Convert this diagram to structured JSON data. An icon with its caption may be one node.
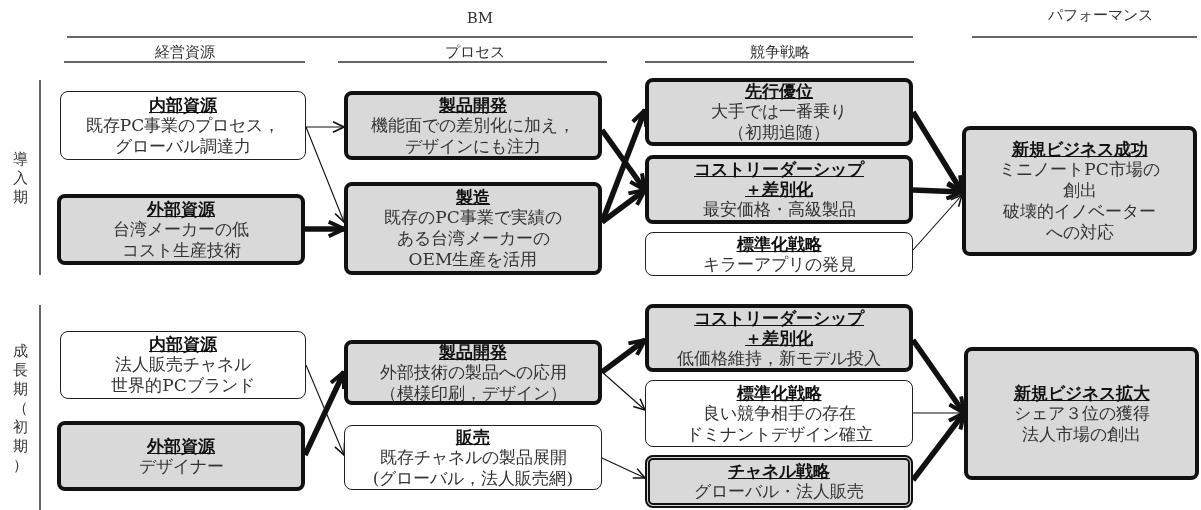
{
  "diagram": {
    "nodes": [
      {
        "text": [
          "内部資源",
          "既存PC事業のプロセス，グローバル調達力"
        ]
      },
      {
        "text": [
          "外部資源",
          "台湾メーカーの低コスト生産技術"
        ]
      },
      {
        "text": [
          "製品開発",
          "機能面での差別化に加え，デザインにも注力"
        ]
      },
      {
        "text": [
          "製造",
          "既存のPC事業で実績のある台湾メーカーのOEM生産を活用"
        ]
      },
      {
        "text": [
          "先行優位",
          "大手では一番乗り",
          "（初期追随）"
        ]
      },
      {
        "text": [
          "コストリーダーシップ＋差別化",
          "最安価格・高級製品"
        ]
      },
      {
        "text": [
          "標準化戦略",
          "キラーアプリの発見"
        ]
      },
      {
        "text": [
          "新規ビジネス成功",
          "ミニノートPC市場の創出",
          "破壊的イノベーターへの対応"
        ]
      },
      {
        "text": [
          "内部資源",
          "法人販売チャネル",
          "世界的PCブランド"
        ]
      },
      {
        "text": [
          "外部資源",
          "デザイナー"
        ]
      },
      {
        "text": [
          "製品開発",
          "外部技術の製品への応用",
          "（模様印刷，デザイン）"
        ]
      },
      {
        "text": [
          "販売",
          "既存チャネルの製品展開",
          "(グローバル，法人販売網)"
        ]
      },
      {
        "text": [
          "コストリーダーシップ＋差別化",
          "低価格維持，新モデル投入"
        ]
      },
      {
        "text": [
          "標準化戦略",
          "良い競争相手の存在",
          "ドミナントデザイン確立"
        ]
      },
      {
        "text": [
          "チャネル戦略",
          "グローバル・法人販売"
        ]
      },
      {
        "text": [
          "新規ビジネス拡大",
          "シェア３位の獲得",
          "法人市場の創出"
        ]
      }
    ],
    "edges": [
      {
        "from": 0,
        "to": 2,
        "arrow": "to"
      },
      {
        "from": 0,
        "to": 3,
        "arrow": "to"
      },
      {
        "from": 1,
        "to": 3,
        "arrow": "to"
      },
      {
        "from": 2,
        "to": 5,
        "arrow": "to"
      },
      {
        "from": 3,
        "to": 4,
        "arrow": "to"
      },
      {
        "from": 3,
        "to": 5,
        "arrow": "to"
      },
      {
        "from": 4,
        "to": 7,
        "arrow": "to"
      },
      {
        "from": 5,
        "to": 7,
        "arrow": "to"
      },
      {
        "from": 6,
        "to": 7,
        "arrow": "to"
      },
      {
        "from": 8,
        "to": 11,
        "arrow": "to"
      },
      {
        "from": 9,
        "to": 10,
        "arrow": "to"
      },
      {
        "from": 10,
        "to": 12,
        "arrow": "to"
      },
      {
        "from": 10,
        "to": 13,
        "arrow": "to"
      },
      {
        "from": 11,
        "to": 14,
        "arrow": "to"
      },
      {
        "from": 12,
        "to": 15,
        "arrow": "to"
      },
      {
        "from": 13,
        "to": 15,
        "arrow": "to"
      },
      {
        "from": 14,
        "to": 15,
        "arrow": "to"
      }
    ],
    "labels": [
      "BM",
      "パフォーマンス",
      "経営資源",
      "プロセス",
      "競争戦略",
      "導入期",
      "成長期（初期）"
    ]
  }
}
